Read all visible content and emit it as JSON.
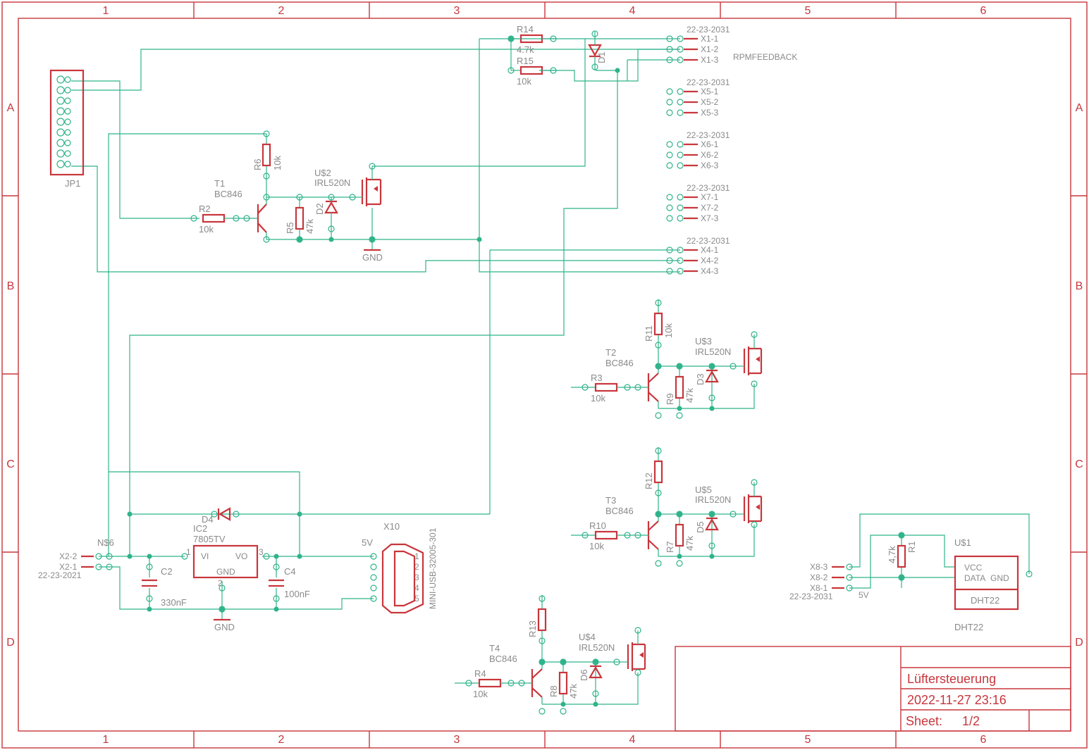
{
  "frame": {
    "columns": [
      "1",
      "2",
      "3",
      "4",
      "5",
      "6"
    ],
    "rows": [
      "A",
      "B",
      "C",
      "D"
    ]
  },
  "title_block": {
    "title": "Lüftersteuerung",
    "date": "2022-11-27 23:16",
    "sheet_label": "Sheet:",
    "sheet_value": "1/2"
  },
  "parts": {
    "jp1": "JP1",
    "r14": {
      "name": "R14",
      "value": "4.7k"
    },
    "r15": {
      "name": "R15",
      "value": "10k"
    },
    "d1": "D1",
    "r6": {
      "name": "R6",
      "value": "10k"
    },
    "t1": {
      "name": "T1",
      "value": "BC846"
    },
    "r2": {
      "name": "R2",
      "value": "10k"
    },
    "r5": {
      "name": "R5",
      "value": "47k"
    },
    "d2": "D2",
    "us2": {
      "name": "U$2",
      "value": "IRL520N"
    },
    "gnd_top": "GND",
    "r11": {
      "name": "R11",
      "value": "10k"
    },
    "t2": {
      "name": "T2",
      "value": "BC846"
    },
    "r3": {
      "name": "R3",
      "value": "10k"
    },
    "r9": {
      "name": "R9",
      "value": "47k"
    },
    "d3": "D3",
    "us3": {
      "name": "U$3",
      "value": "IRL520N"
    },
    "r12": {
      "name": "R12"
    },
    "t3": {
      "name": "T3",
      "value": "BC846"
    },
    "r10": {
      "name": "R10",
      "value": "10k"
    },
    "r7": {
      "name": "R7",
      "value": "47k"
    },
    "d5": "D5",
    "us5": {
      "name": "U$5",
      "value": "IRL520N"
    },
    "r13": {
      "name": "R13"
    },
    "t4": {
      "name": "T4",
      "value": "BC846"
    },
    "r4": {
      "name": "R4",
      "value": "10k"
    },
    "r8": {
      "name": "R8",
      "value": "47k"
    },
    "d6": "D6",
    "us4": {
      "name": "U$4",
      "value": "IRL520N"
    },
    "d4": "D4",
    "ic2": {
      "name": "IC2",
      "value": "7805TV",
      "pin_vi": "VI",
      "pin_vo": "VO",
      "pin_gnd": "GND",
      "p1": "1",
      "p2": "2",
      "p3": "3"
    },
    "c2": {
      "name": "C2",
      "value": "330nF"
    },
    "c4": {
      "name": "C4",
      "value": "100nF"
    },
    "gnd_bottom": "GND",
    "ns6": "N$6",
    "x2": {
      "pins": [
        "X2-2",
        "X2-1"
      ],
      "value": "22-23-2021"
    },
    "x10": {
      "name": "X10",
      "value": "MINI-USB-32005-301",
      "label_5v": "5V",
      "pins": [
        "1",
        "2",
        "3",
        "4",
        "5"
      ]
    },
    "r1": {
      "name": "R1",
      "value": "4,7k"
    },
    "us1": {
      "name": "U$1",
      "value": "DHT22",
      "vcc": "VCC",
      "data": "DATA",
      "gnd": "GND",
      "box": "DHT22"
    },
    "x8": {
      "pins": [
        "X8-3",
        "X8-2",
        "X8-1"
      ],
      "value": "22-23-2031",
      "label_5v": "5V"
    }
  },
  "connectors": [
    {
      "value": "22-23-2031",
      "pins": [
        "X1-1",
        "X1-2",
        "X1-3"
      ],
      "note": "RPMFEEDBACK"
    },
    {
      "value": "22-23-2031",
      "pins": [
        "X5-1",
        "X5-2",
        "X5-3"
      ]
    },
    {
      "value": "22-23-2031",
      "pins": [
        "X6-1",
        "X6-2",
        "X6-3"
      ]
    },
    {
      "value": "22-23-2031",
      "pins": [
        "X7-1",
        "X7-2",
        "X7-3"
      ]
    },
    {
      "value": "22-23-2031",
      "pins": [
        "X4-1",
        "X4-2",
        "X4-3"
      ]
    }
  ]
}
